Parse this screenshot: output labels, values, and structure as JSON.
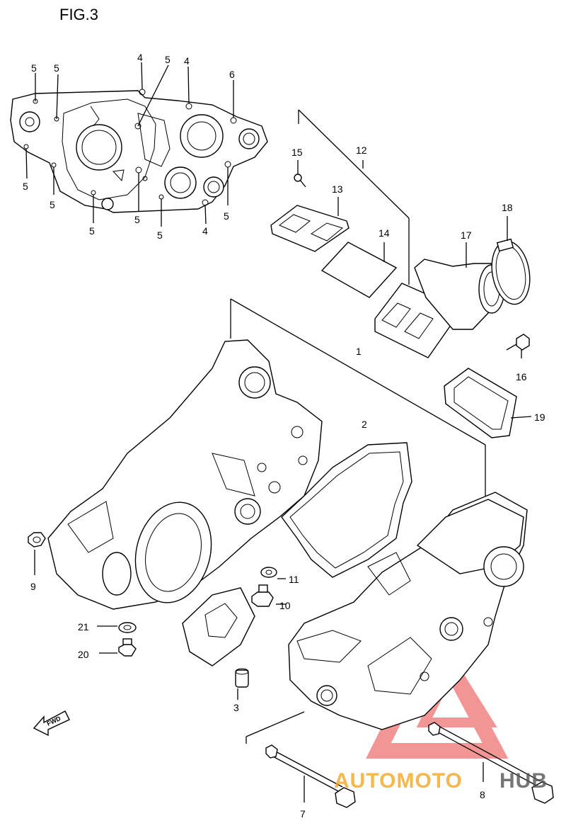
{
  "figure": {
    "title": "FIG.3"
  },
  "callouts": [
    {
      "id": "5a",
      "label": "5"
    },
    {
      "id": "5b",
      "label": "5"
    },
    {
      "id": "4a",
      "label": "4"
    },
    {
      "id": "5c",
      "label": "5"
    },
    {
      "id": "4b",
      "label": "4"
    },
    {
      "id": "6",
      "label": "6"
    },
    {
      "id": "5d",
      "label": "5"
    },
    {
      "id": "5e",
      "label": "5"
    },
    {
      "id": "5f",
      "label": "5"
    },
    {
      "id": "5g",
      "label": "5"
    },
    {
      "id": "5h",
      "label": "5"
    },
    {
      "id": "5i",
      "label": "5"
    },
    {
      "id": "4c",
      "label": "4"
    },
    {
      "id": "5j",
      "label": "5"
    },
    {
      "id": "15",
      "label": "15"
    },
    {
      "id": "12",
      "label": "12"
    },
    {
      "id": "13",
      "label": "13"
    },
    {
      "id": "14",
      "label": "14"
    },
    {
      "id": "17",
      "label": "17"
    },
    {
      "id": "18",
      "label": "18"
    },
    {
      "id": "16",
      "label": "16"
    },
    {
      "id": "19",
      "label": "19"
    },
    {
      "id": "1",
      "label": "1"
    },
    {
      "id": "2",
      "label": "2"
    },
    {
      "id": "9",
      "label": "9"
    },
    {
      "id": "11",
      "label": "11"
    },
    {
      "id": "10",
      "label": "10"
    },
    {
      "id": "21",
      "label": "21"
    },
    {
      "id": "20",
      "label": "20"
    },
    {
      "id": "3",
      "label": "3"
    },
    {
      "id": "7",
      "label": "7"
    },
    {
      "id": "8",
      "label": "8"
    }
  ],
  "fwd_label": "FWD",
  "watermark": {
    "part1": "AUTOMOTO",
    "part2": "HUB",
    "color1": "#f5a623",
    "color2": "#555555",
    "triangle_color": "#e84040"
  }
}
